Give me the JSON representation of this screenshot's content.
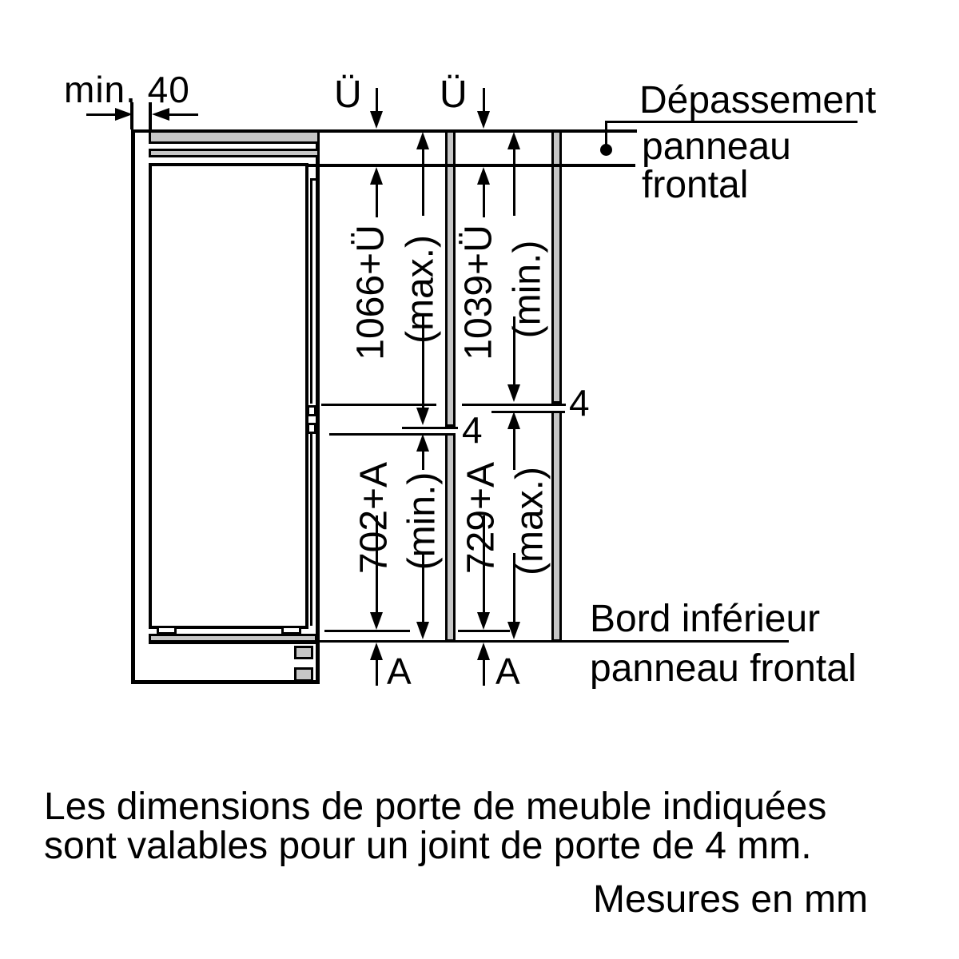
{
  "diagram": {
    "min_clearance_label": "min. 40",
    "overhang_left": "Ü",
    "overhang_right": "Ü",
    "callout_top_lines": [
      "Dépassement",
      "panneau",
      "frontal"
    ],
    "dims": {
      "upper_left": {
        "value": "1066+Ü",
        "qualifier": "(max.)"
      },
      "upper_right": {
        "value": "1039+Ü",
        "qualifier": "(min.)"
      },
      "lower_left": {
        "value": "702+A",
        "qualifier": "(min.)"
      },
      "lower_right": {
        "value": "729+A",
        "qualifier": "(max.)"
      }
    },
    "gap_left_mm": "4",
    "gap_right_mm": "4",
    "bottom_ref_left": "A",
    "bottom_ref_right": "A",
    "callout_bottom_lines": [
      "Bord inférieur",
      "panneau frontal"
    ]
  },
  "notes": {
    "caption_lines": [
      "Les dimensions de porte de meuble indiquées",
      "sont valables pour un joint de porte de 4 mm."
    ],
    "units": "Mesures en mm"
  },
  "colors": {
    "line": "#000000",
    "panel_fill": "#c6c6c6",
    "background": "#ffffff"
  }
}
